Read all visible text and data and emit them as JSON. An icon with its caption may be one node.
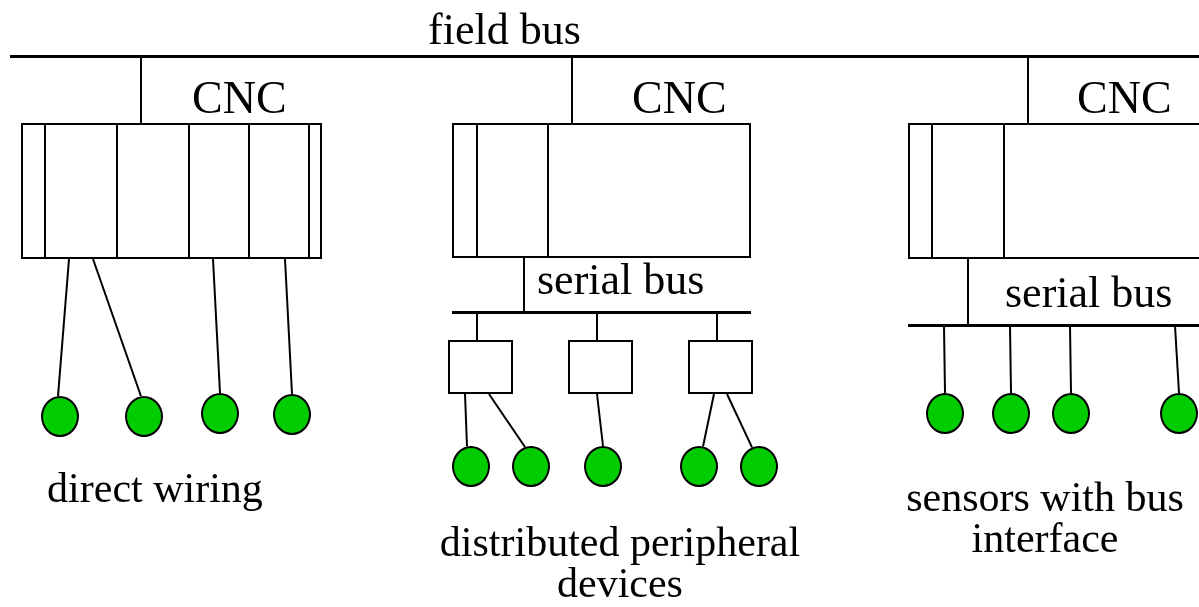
{
  "diagram": {
    "nodes": [
      {
        "text": [],
        "shape": "bar",
        "beside": [
          "field bus"
        ]
      },
      {
        "text": [
          "CNC"
        ]
      },
      {
        "text": [
          "CNC"
        ]
      },
      {
        "text": [
          "CNC"
        ]
      },
      {
        "text": [],
        "shape": "bar",
        "beside": [
          "serial bus"
        ]
      },
      {
        "text": [],
        "shape": "bar",
        "beside": [
          "serial bus"
        ]
      },
      {
        "text": [],
        "shape": "box"
      },
      {
        "text": [],
        "shape": "box"
      },
      {
        "text": [],
        "shape": "box"
      },
      {
        "text": [],
        "shape": "circle"
      },
      {
        "text": [],
        "shape": "circle"
      },
      {
        "text": [],
        "shape": "circle"
      },
      {
        "text": [],
        "shape": "circle"
      },
      {
        "text": [],
        "shape": "circle"
      },
      {
        "text": [],
        "shape": "circle"
      },
      {
        "text": [],
        "shape": "circle"
      },
      {
        "text": [],
        "shape": "circle"
      },
      {
        "text": [],
        "shape": "circle"
      },
      {
        "text": [],
        "shape": "circle"
      },
      {
        "text": [],
        "shape": "circle"
      },
      {
        "text": [],
        "shape": "circle"
      },
      {
        "text": [],
        "shape": "circle"
      }
    ],
    "edges": [
      {
        "from": 0,
        "to": 1,
        "arrow": "none"
      },
      {
        "from": 0,
        "to": 2,
        "arrow": "none"
      },
      {
        "from": 0,
        "to": 3,
        "arrow": "none"
      },
      {
        "from": 1,
        "to": 9,
        "arrow": "none"
      },
      {
        "from": 1,
        "to": 10,
        "arrow": "none"
      },
      {
        "from": 1,
        "to": 11,
        "arrow": "none"
      },
      {
        "from": 1,
        "to": 12,
        "arrow": "none"
      },
      {
        "from": 2,
        "to": 4,
        "arrow": "none"
      },
      {
        "from": 3,
        "to": 5,
        "arrow": "none"
      },
      {
        "from": 4,
        "to": 6,
        "arrow": "none"
      },
      {
        "from": 4,
        "to": 7,
        "arrow": "none"
      },
      {
        "from": 4,
        "to": 8,
        "arrow": "none"
      },
      {
        "from": 6,
        "to": 17,
        "arrow": "none"
      },
      {
        "from": 6,
        "to": 18,
        "arrow": "none"
      },
      {
        "from": 7,
        "to": 19,
        "arrow": "none"
      },
      {
        "from": 8,
        "to": 20,
        "arrow": "none"
      },
      {
        "from": 8,
        "to": 21,
        "arrow": "none"
      },
      {
        "from": 5,
        "to": 13,
        "arrow": "none"
      },
      {
        "from": 5,
        "to": 14,
        "arrow": "none"
      },
      {
        "from": 5,
        "to": 15,
        "arrow": "none"
      },
      {
        "from": 5,
        "to": 16,
        "arrow": "none"
      }
    ],
    "labels": [
      "direct wiring",
      "distributed peripheral devices",
      "sensors with bus interface"
    ]
  }
}
